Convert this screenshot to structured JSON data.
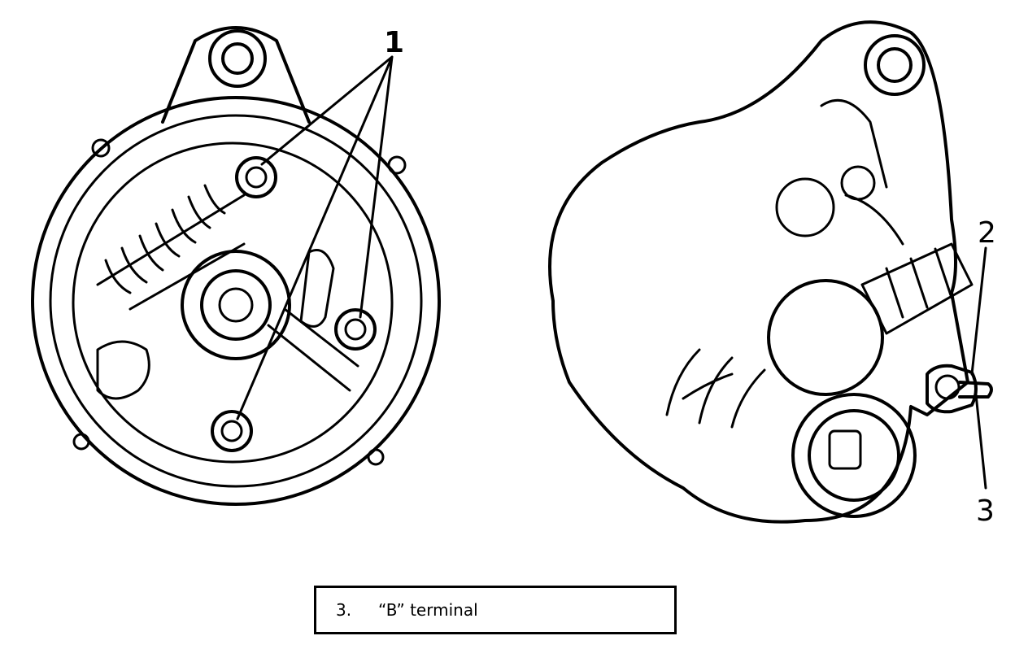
{
  "callouts": {
    "one": "1",
    "two": "2",
    "three": "3"
  },
  "legend": {
    "number": "3.",
    "text": "“B” terminal"
  }
}
